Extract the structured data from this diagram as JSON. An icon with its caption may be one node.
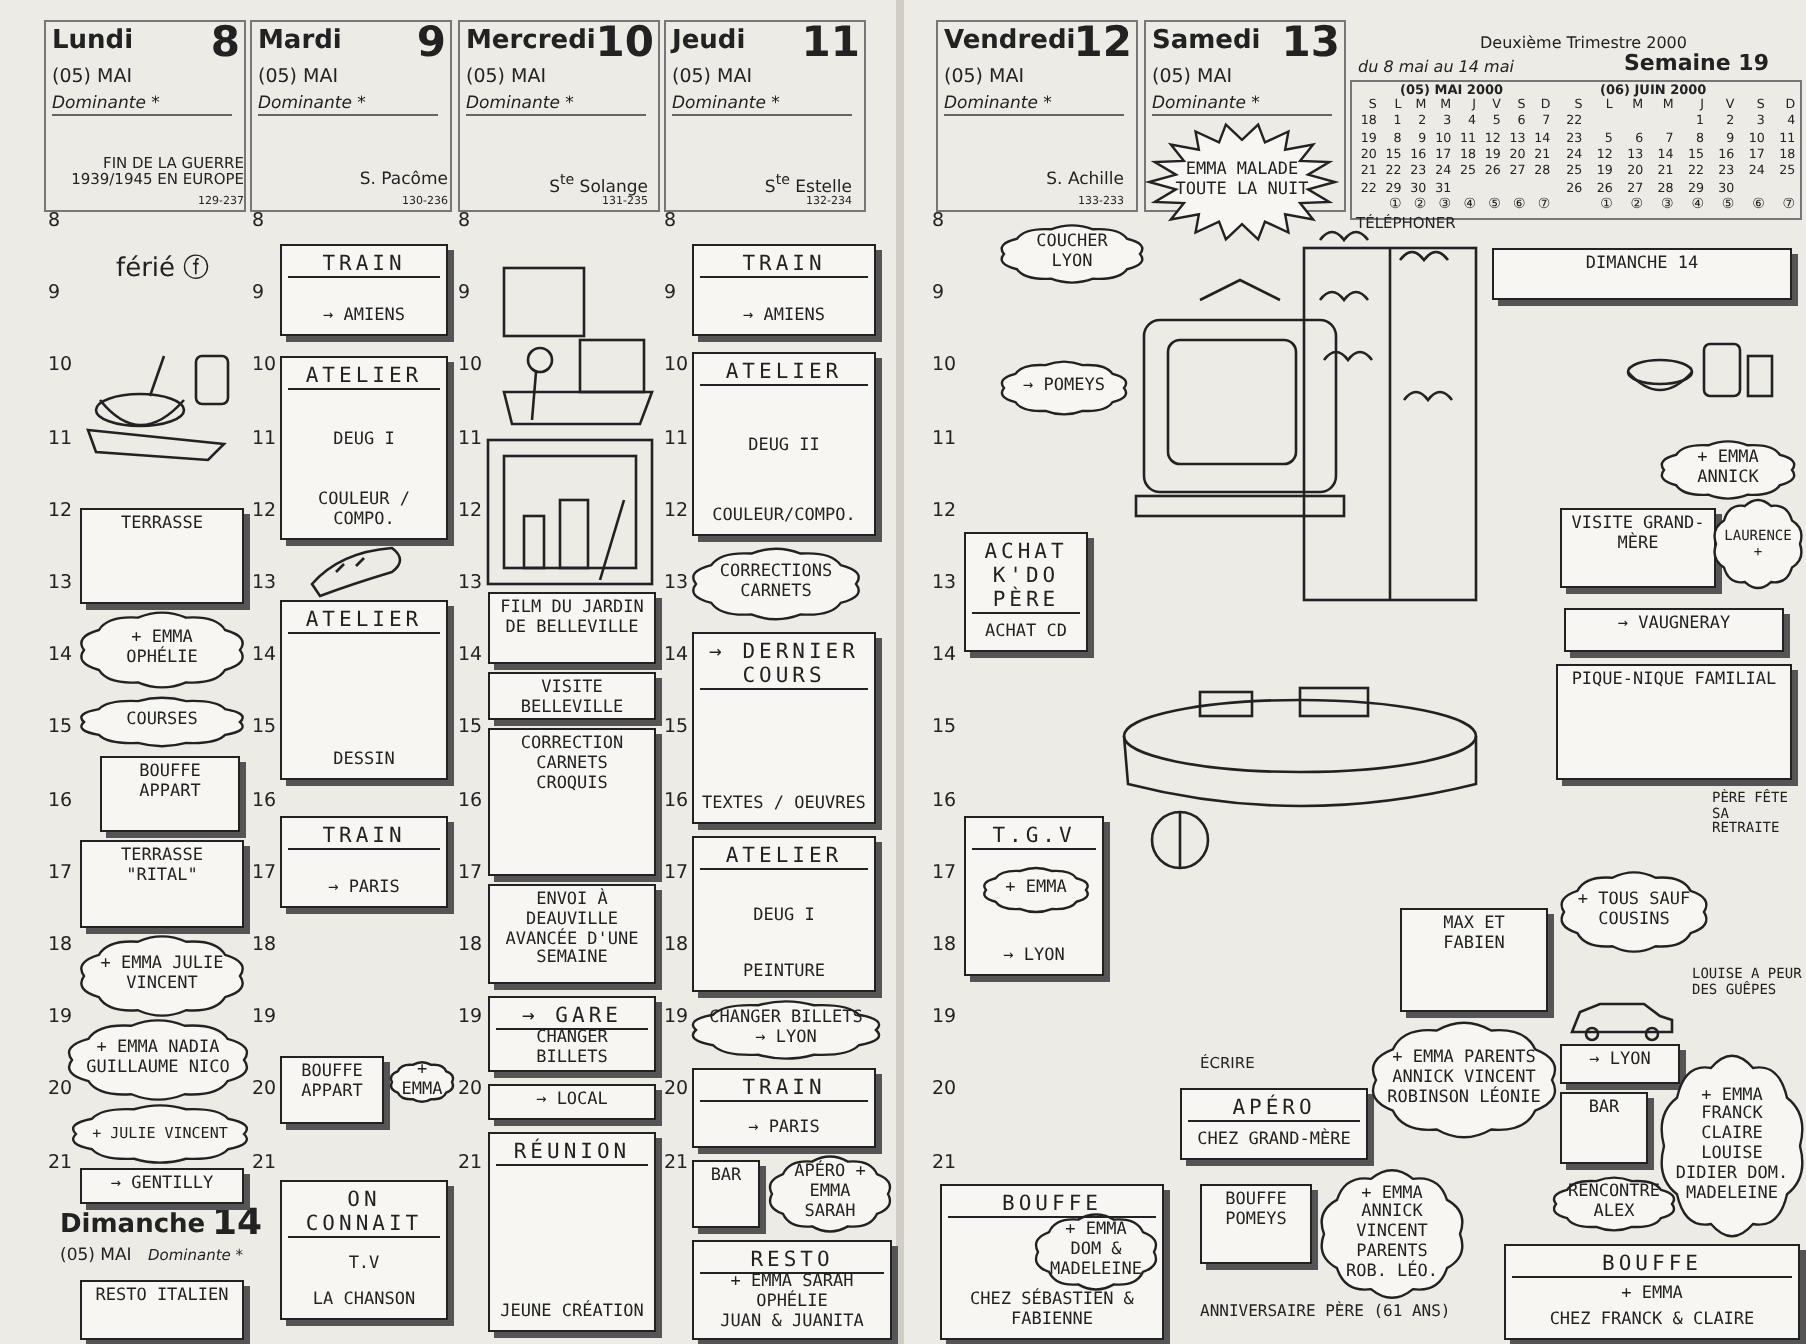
{
  "diagram": {
    "nodes": [
      {
        "text": [
          "TERRASSE"
        ]
      },
      {
        "text": [
          "+ EMMA OPHÉLIE"
        ]
      },
      {
        "text": [
          "COURSES"
        ]
      },
      {
        "text": [
          "BOUFFE APPART"
        ]
      },
      {
        "text": [
          "TERRASSE \"RITAL\""
        ]
      },
      {
        "text": [
          "+ EMMA JULIE VINCENT"
        ]
      },
      {
        "text": [
          "+ EMMA NADIA GUILLAUME NICO"
        ]
      },
      {
        "text": [
          "+ JULIE VINCENT"
        ]
      },
      {
        "text": [
          "→ GENTILLY"
        ]
      },
      {
        "text": [
          "RESTO ITALIEN"
        ]
      },
      {
        "text": [
          "TRAIN",
          "→ AMIENS"
        ]
      },
      {
        "text": [
          "ATELIER",
          "DEUG I",
          "COULEUR / COMPO."
        ]
      },
      {
        "text": [
          "ATELIER",
          "DESSIN"
        ]
      },
      {
        "text": [
          "TRAIN",
          "→ PARIS"
        ]
      },
      {
        "text": [
          "BOUFFE APPART"
        ]
      },
      {
        "text": [
          "+ EMMA"
        ]
      },
      {
        "text": [
          "ON CONNAIT",
          "T.V",
          "LA CHANSON"
        ]
      },
      {
        "text": [
          "FILM DU JARDIN DE BELLEVILLE"
        ]
      },
      {
        "text": [
          "VISITE BELLEVILLE"
        ]
      },
      {
        "text": [
          "CORRECTION CARNETS CROQUIS"
        ]
      },
      {
        "text": [
          "ENVOI À DEAUVILLE AVANCÉE D'UNE SEMAINE"
        ]
      },
      {
        "text": [
          "→ GARE",
          "CHANGER BILLETS"
        ]
      },
      {
        "text": [
          "→ LOCAL"
        ]
      },
      {
        "text": [
          "RÉUNION",
          "JEUNE CRÉATION"
        ]
      },
      {
        "text": [
          "TRAIN",
          "→ AMIENS"
        ]
      },
      {
        "text": [
          "ATELIER",
          "DEUG II",
          "COULEUR/COMPO."
        ]
      },
      {
        "text": [
          "CORRECTIONS CARNETS"
        ]
      },
      {
        "text": [
          "→ DERNIER COURS",
          "TEXTES / OEUVRES"
        ]
      },
      {
        "text": [
          "ATELIER",
          "DEUG I",
          "PEINTURE"
        ]
      },
      {
        "text": [
          "CHANGER BILLETS → LYON"
        ]
      },
      {
        "text": [
          "TRAIN",
          "→ PARIS"
        ]
      },
      {
        "text": [
          "BAR"
        ]
      },
      {
        "text": [
          "APÉRO + EMMA SARAH"
        ]
      },
      {
        "text": [
          "RESTO",
          "+ EMMA SARAH OPHÉLIE",
          "JUAN & JUANITA"
        ]
      },
      {
        "text": [
          "EMMA MALADE TOUTE LA NUIT"
        ]
      },
      {
        "text": [
          "COUCHER LYON"
        ]
      },
      {
        "text": [
          "→ POMEYS"
        ]
      },
      {
        "text": [
          "ACHAT K'DO PÈRE",
          "ACHAT CD"
        ]
      },
      {
        "text": [
          "T.G.V",
          "→ LYON"
        ]
      },
      {
        "text": [
          "+ EMMA"
        ],
        "in": 38
      },
      {
        "text": [
          "DIMANCHE 14"
        ]
      },
      {
        "text": [
          "+ EMMA ANNICK"
        ]
      },
      {
        "text": [
          "VISITE GRAND-MÈRE"
        ]
      },
      {
        "text": [
          "LAURENCE +"
        ]
      },
      {
        "text": [
          "→ VAUGNERAY"
        ]
      },
      {
        "text": [
          "PIQUE-NIQUE FAMILIAL"
        ]
      },
      {
        "text": [
          "+ TOUS SAUF COUSINS"
        ]
      },
      {
        "text": [
          "MAX ET FABIEN"
        ]
      },
      {
        "text": [
          "→ LYON"
        ]
      },
      {
        "text": [
          "APÉRO",
          "CHEZ GRAND-MÈRE"
        ]
      },
      {
        "text": [
          "+ EMMA PARENTS ANNICK VINCENT ROBINSON LÉONIE"
        ]
      },
      {
        "text": [
          "BAR"
        ]
      },
      {
        "text": [
          "RENCONTRE ALEX"
        ]
      },
      {
        "text": [
          "+ EMMA FRANCK CLAIRE LOUISE DIDIER DOM. MADELEINE"
        ]
      },
      {
        "text": [
          "BOUFFE",
          "CHEZ SÉBASTIEN & FABIENNE"
        ]
      },
      {
        "text": [
          "+ EMMA DOM & MADELEINE"
        ],
        "in": 54
      },
      {
        "text": [
          "BOUFFE POMEYS"
        ]
      },
      {
        "text": [
          "+ EMMA ANNICK VINCENT PARENTS ROB. LÉO."
        ]
      },
      {
        "text": [
          "BOUFFE",
          "+ EMMA",
          "CHEZ FRANCK & CLAIRE"
        ]
      }
    ],
    "labels": [
      "Lundi",
      "8",
      "(05) MAI",
      "Dominante *",
      "Mardi",
      "9",
      "(05) MAI",
      "Dominante *",
      "Mercredi",
      "10",
      "(05) MAI",
      "Dominante *",
      "Jeudi",
      "11",
      "(05) MAI",
      "Dominante *",
      "Vendredi",
      "12",
      "(05) MAI",
      "Dominante *",
      "Samedi",
      "13",
      "(05) MAI",
      "Dominante *",
      "FIN DE LA GUERRE 1939/1945 EN EUROPE",
      "129-237",
      "S. Pacôme",
      "130-236",
      "S$^{te}$ Solange",
      "131-235",
      "S$^{te}$ Estelle",
      "132-234",
      "S. Achille",
      "133-233",
      "Deuxième Trimestre 2000",
      "du 8 mai au 14 mai",
      "Semaine 19",
      "(05) MAI 2000",
      "(06) JUIN 2000",
      "S",
      "L",
      "M",
      "M",
      "J",
      "V",
      "S",
      "D",
      "18",
      "1",
      "2",
      "3",
      "4",
      "5",
      "6",
      "7",
      "19",
      "8",
      "9",
      "10",
      "11",
      "12",
      "13",
      "14",
      "20",
      "15",
      "16",
      "17",
      "18",
      "19",
      "20",
      "21",
      "21",
      "22",
      "23",
      "24",
      "25",
      "26",
      "27",
      "28",
      "22",
      "29",
      "30",
      "31",
      "S",
      "L",
      "M",
      "M",
      "J",
      "V",
      "S",
      "D",
      "22",
      "1",
      "2",
      "3",
      "4",
      "23",
      "5",
      "6",
      "7",
      "8",
      "9",
      "10",
      "11",
      "24",
      "12",
      "13",
      "14",
      "15",
      "16",
      "17",
      "18",
      "25",
      "19",
      "20",
      "21",
      "22",
      "23",
      "24",
      "25",
      "26",
      "26",
      "27",
      "28",
      "29",
      "30",
      "①",
      "②",
      "③",
      "④",
      "⑤",
      "⑥",
      "⑦",
      "①",
      "②",
      "③",
      "④",
      "⑤",
      "⑥",
      "⑦",
      "8",
      "9",
      "10",
      "11",
      "12",
      "13",
      "14",
      "15",
      "16",
      "17",
      "18",
      "19",
      "20",
      "21",
      "8",
      "9",
      "10",
      "11",
      "12",
      "13",
      "14",
      "15",
      "16",
      "17",
      "18",
      "19",
      "20",
      "21",
      "8",
      "9",
      "10",
      "11",
      "12",
      "13",
      "14",
      "15",
      "16",
      "17",
      "18",
      "19",
      "20",
      "21",
      "8",
      "9",
      "10",
      "11",
      "12",
      "13",
      "14",
      "15",
      "16",
      "17",
      "18",
      "19",
      "20",
      "21",
      "8",
      "9",
      "10",
      "11",
      "12",
      "13",
      "14",
      "15",
      "16",
      "17",
      "18",
      "19",
      "20",
      "21",
      "TÉLÉPHONER",
      "ÉCRIRE",
      "Dimanche",
      "14",
      "(05) MAI",
      "Dominante *",
      "férié ⓕ",
      "PÈRE FÊTE SA RETRAITE",
      "LOUISE A PEUR DES GUÊPES",
      "ANNIVERSAIRE PÈRE (61 ANS)"
    ]
  }
}
